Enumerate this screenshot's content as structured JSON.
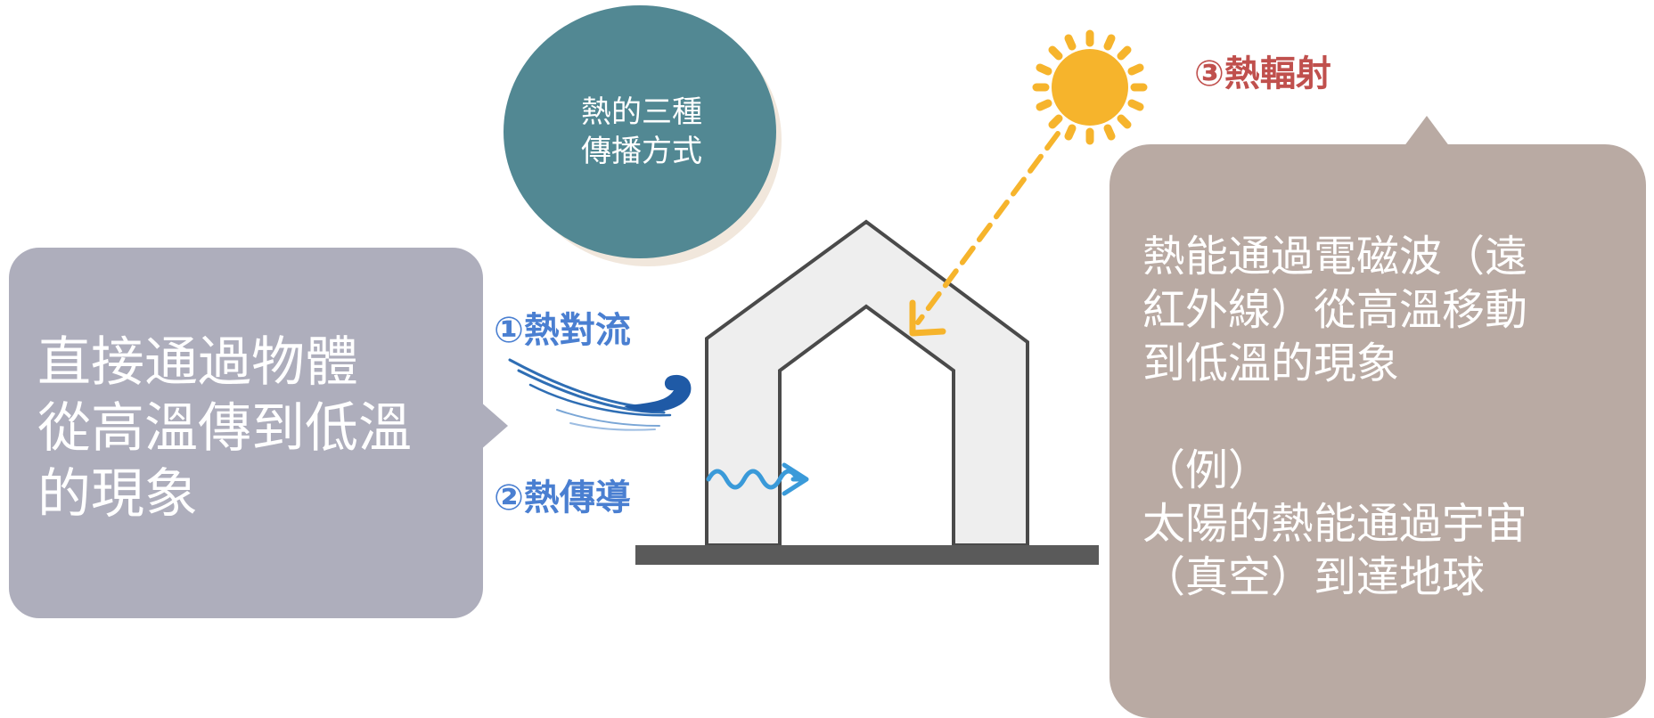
{
  "title": {
    "lines": [
      "熱的三種",
      "傳播方式"
    ]
  },
  "left_box": {
    "lines": [
      "直接通過物體",
      "從高溫傳到低溫",
      "的現象"
    ]
  },
  "labels": {
    "convection": "①熱對流",
    "conduction": "②熱傳導",
    "radiation": "③熱輻射"
  },
  "right_box": {
    "lines": [
      "熱能通過電磁波（遠",
      "紅外線）從高溫移動",
      "到低溫的現象",
      "",
      "（例）",
      "太陽的熱能通過宇宙",
      "（真空）到達地球"
    ]
  },
  "colors": {
    "circle": "#528893",
    "left_box": "#aeaebc",
    "right_box": "#b9aaa3",
    "label_blue": "#4a7fd1",
    "label_red": "#c0504d",
    "sun": "#f6b42c",
    "house_fill": "#eeeeee",
    "house_stroke": "#4a4a4a",
    "ground": "#5a5a5a",
    "wind": "#2f6eb4",
    "heat_wave": "#3a9ad9"
  }
}
